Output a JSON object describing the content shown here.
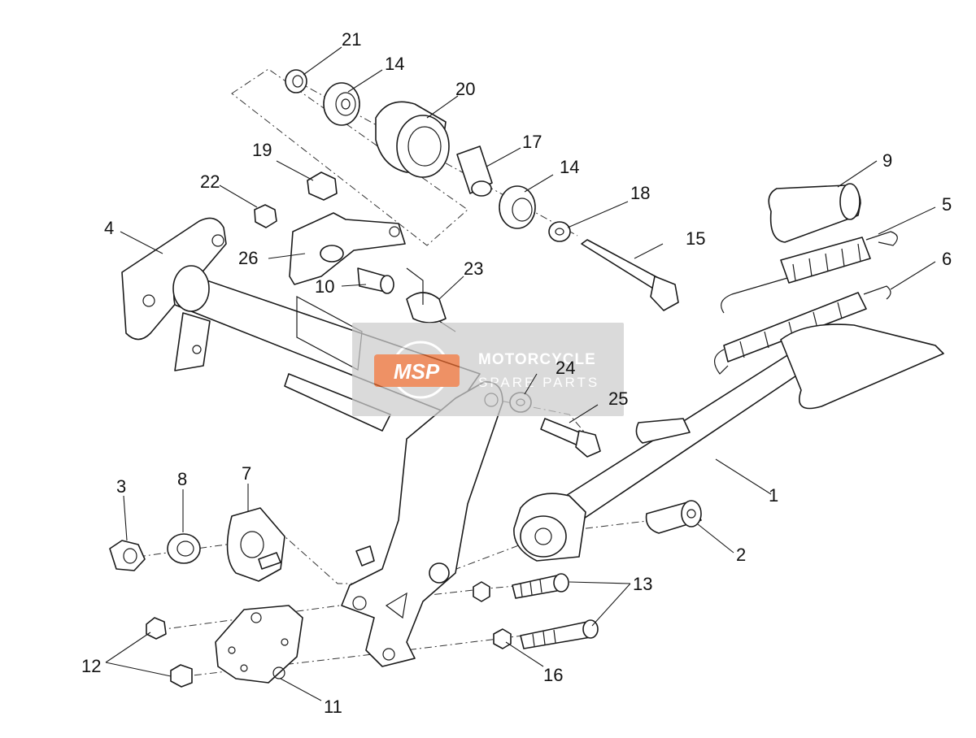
{
  "watermark": {
    "logo_text": "MSP",
    "line1": "MOTORCYCLE",
    "line2": "SPARE PARTS",
    "accent": "#e8672a",
    "panel": "#cccccc"
  },
  "callouts": [
    "1",
    "2",
    "3",
    "4",
    "5",
    "6",
    "7",
    "8",
    "9",
    "10",
    "11",
    "12",
    "13",
    "14",
    "14",
    "15",
    "16",
    "17",
    "18",
    "19",
    "20",
    "21",
    "22",
    "23",
    "24",
    "25",
    "26"
  ]
}
